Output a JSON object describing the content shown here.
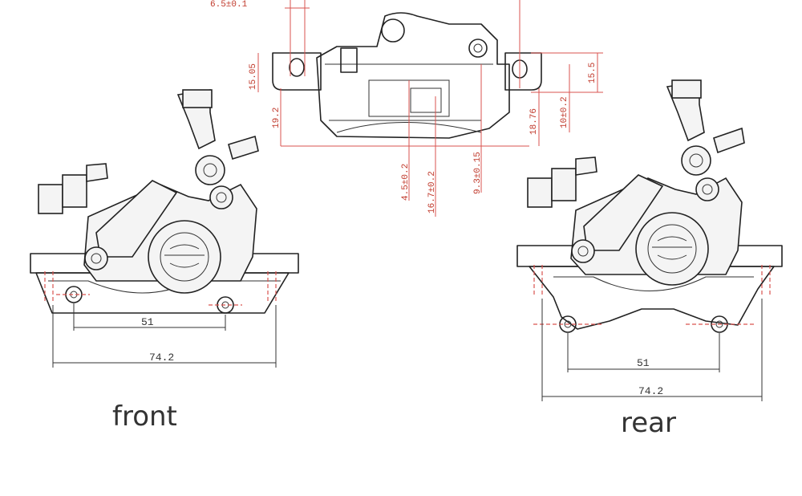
{
  "captions": {
    "front": "front",
    "rear": "rear"
  },
  "dimensions": {
    "front_mount_spacing": "51",
    "front_overall_width": "74.2",
    "rear_mount_spacing": "51",
    "rear_overall_width": "74.2"
  },
  "top_view_dimensions": {
    "d1": "6.5±0.1",
    "d2": "15.05",
    "d3": "19.2",
    "d4": "4.5±0.2",
    "d5": "16.7±0.2",
    "d6": "9.3±0.15",
    "d7": "18.76",
    "d8": "10±0.2",
    "d9": "15.5"
  },
  "colors": {
    "line": "#222222",
    "dimension_red": "#d9534f",
    "text": "#333333"
  }
}
